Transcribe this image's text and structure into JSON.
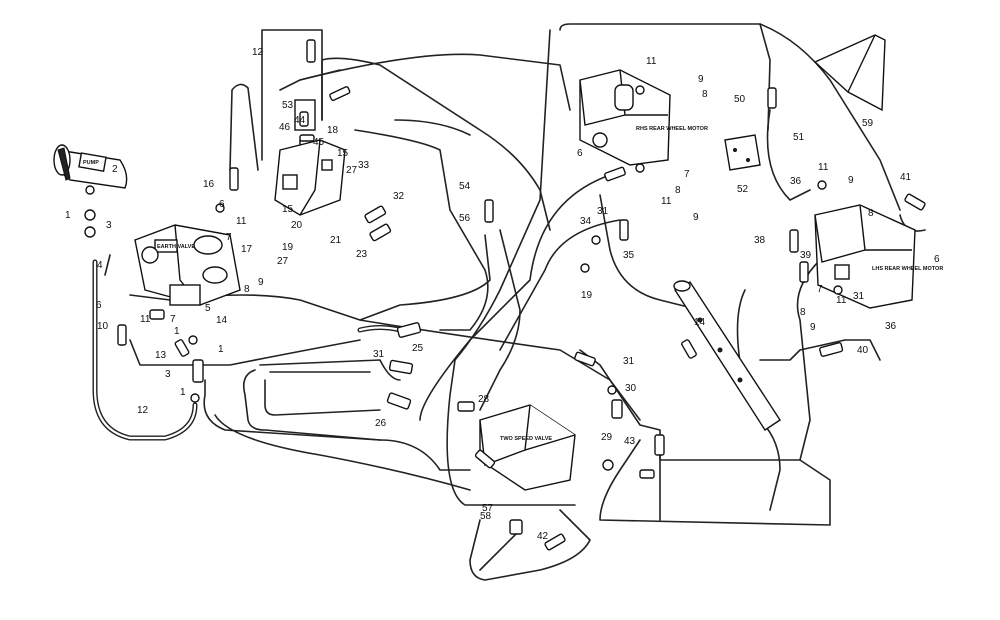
{
  "callouts": [
    "1",
    "2",
    "3",
    "4",
    "5",
    "6",
    "7",
    "8",
    "9",
    "10",
    "11",
    "12",
    "13",
    "14",
    "15",
    "16",
    "17",
    "18",
    "19",
    "20",
    "21",
    "23",
    "25",
    "26",
    "27",
    "28",
    "29",
    "30",
    "31",
    "32",
    "33",
    "34",
    "35",
    "36",
    "38",
    "39",
    "40",
    "41",
    "42",
    "43",
    "44",
    "45",
    "46",
    "50",
    "51",
    "52",
    "53",
    "54",
    "56",
    "57",
    "58",
    "59"
  ],
  "component_texts": {
    "pump": "PUMP",
    "earth_valve": "EARTH VALVE",
    "rhs_rear_motor": "RHS REAR WHEEL MOTOR",
    "lhs_rear_motor": "LHS REAR WHEEL MOTOR",
    "two_speed_valve": "TWO SPEED VALVE"
  }
}
